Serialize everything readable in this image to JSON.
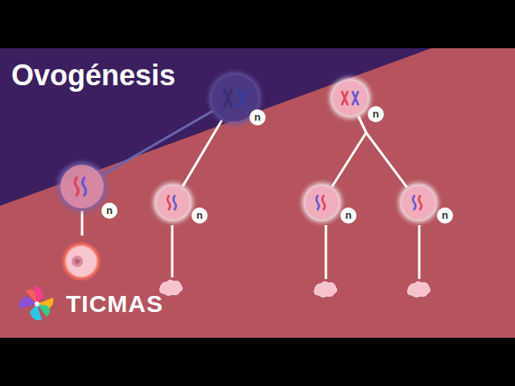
{
  "diagram": {
    "title": "Ovogénesis",
    "nodes": [
      {
        "text": [
          "n"
        ]
      },
      {
        "text": [
          "n"
        ]
      },
      {
        "text": [
          "n"
        ]
      },
      {
        "text": [
          "n"
        ]
      },
      {
        "text": [
          "n"
        ]
      },
      {
        "text": [
          "n"
        ]
      }
    ],
    "edges": [
      {
        "from": 0,
        "to": 2,
        "arrow": "none"
      },
      {
        "from": 0,
        "to": 3,
        "arrow": "none"
      },
      {
        "from": 1,
        "to": 4,
        "arrow": "none"
      },
      {
        "from": 1,
        "to": 5,
        "arrow": "none"
      }
    ],
    "labels": [
      "TICMAS"
    ]
  }
}
